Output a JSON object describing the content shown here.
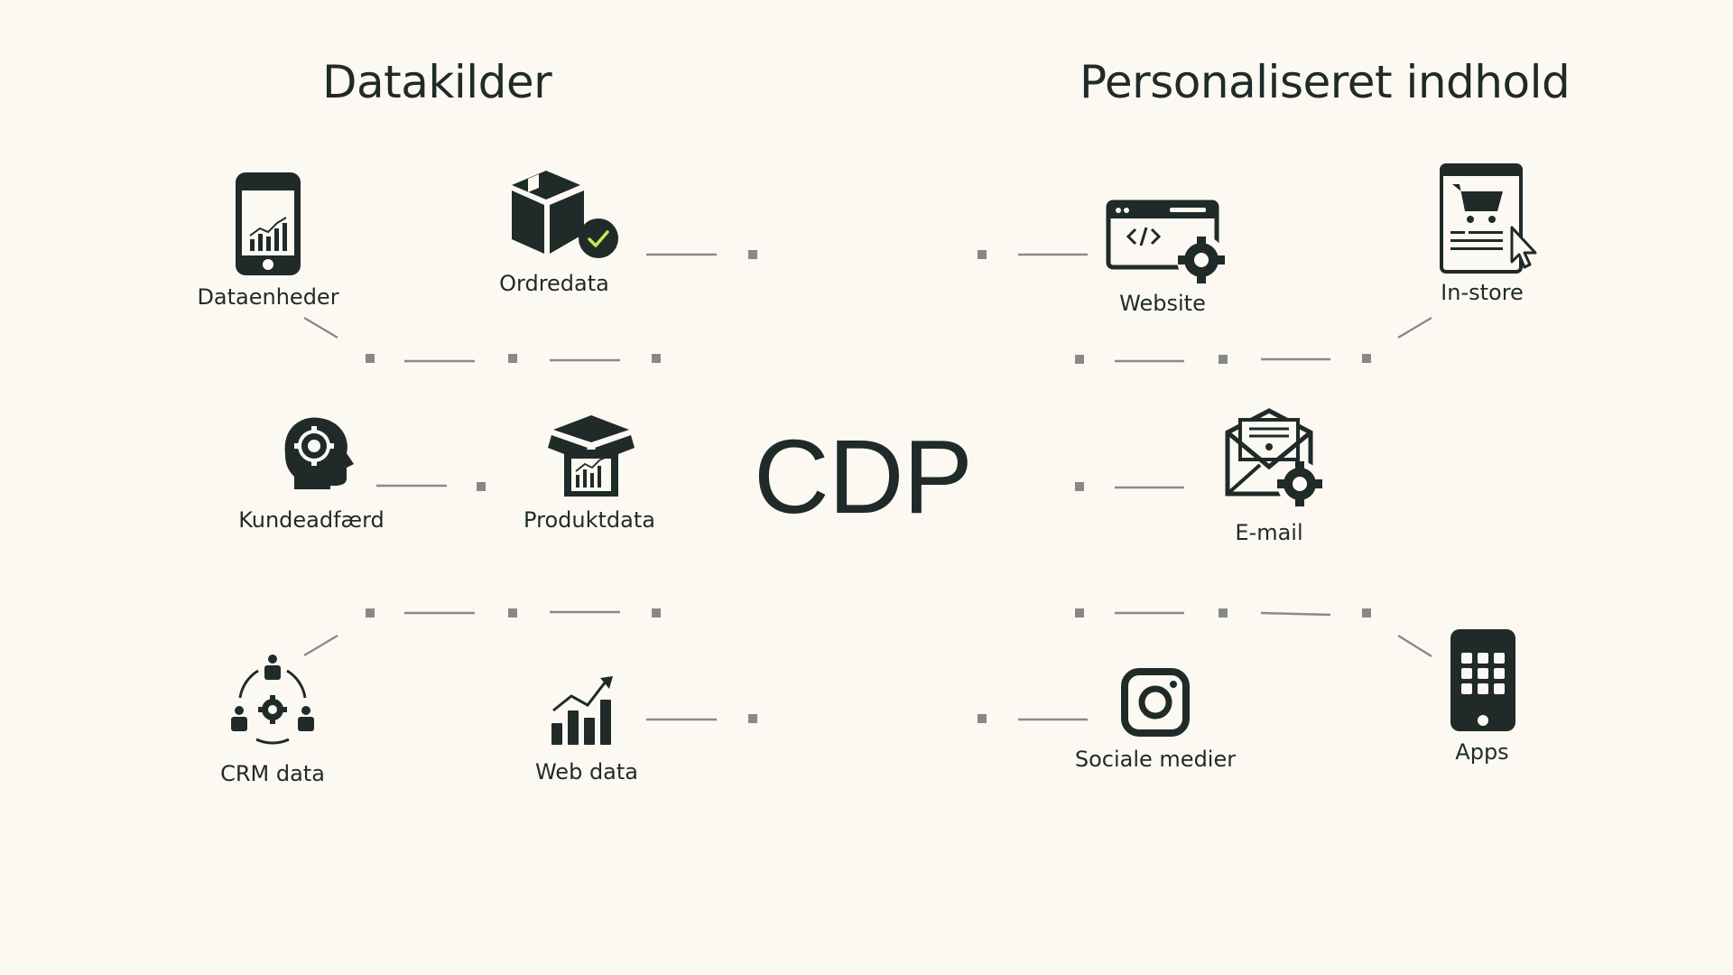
{
  "titles": {
    "left": "Datakilder",
    "right": "Personaliseret indhold",
    "center": "CDP"
  },
  "sources": [
    {
      "label": "Dataenheder",
      "icon": "phone-chart-icon"
    },
    {
      "label": "Ordredata",
      "icon": "package-check-icon"
    },
    {
      "label": "Kundeadfærd",
      "icon": "head-gear-icon"
    },
    {
      "label": "Produktdata",
      "icon": "box-chart-icon"
    },
    {
      "label": "CRM data",
      "icon": "people-network-icon"
    },
    {
      "label": "Web data",
      "icon": "bar-chart-icon"
    }
  ],
  "channels": [
    {
      "label": "Website",
      "icon": "browser-code-gear-icon"
    },
    {
      "label": "In-store",
      "icon": "cart-screen-icon"
    },
    {
      "label": "E-mail",
      "icon": "envelope-gear-icon"
    },
    {
      "label": "Sociale medier",
      "icon": "instagram-icon"
    },
    {
      "label": "Apps",
      "icon": "phone-apps-icon"
    }
  ],
  "colors": {
    "background": "#fcf9f2",
    "ink": "#1f2a29",
    "connector": "#8a8a8a",
    "check_accent": "#c7e84f"
  }
}
